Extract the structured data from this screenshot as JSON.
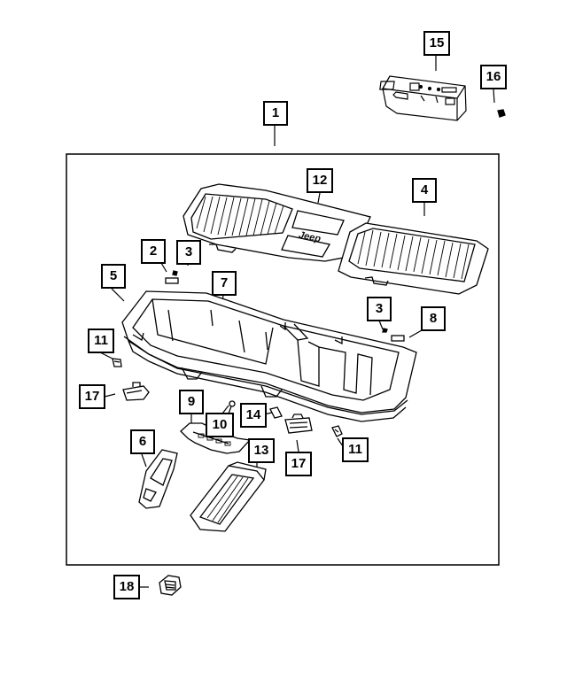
{
  "callouts": [
    {
      "id": "c1",
      "label": "1"
    },
    {
      "id": "c2",
      "label": "2"
    },
    {
      "id": "c3a",
      "label": "3"
    },
    {
      "id": "c3b",
      "label": "3"
    },
    {
      "id": "c4",
      "label": "4"
    },
    {
      "id": "c5",
      "label": "5"
    },
    {
      "id": "c6",
      "label": "6"
    },
    {
      "id": "c7",
      "label": "7"
    },
    {
      "id": "c8",
      "label": "8"
    },
    {
      "id": "c9",
      "label": "9"
    },
    {
      "id": "c10",
      "label": "10"
    },
    {
      "id": "c11a",
      "label": "11"
    },
    {
      "id": "c11b",
      "label": "11"
    },
    {
      "id": "c12",
      "label": "12"
    },
    {
      "id": "c13",
      "label": "13"
    },
    {
      "id": "c14",
      "label": "14"
    },
    {
      "id": "c15",
      "label": "15"
    },
    {
      "id": "c16",
      "label": "16"
    },
    {
      "id": "c17a",
      "label": "17"
    },
    {
      "id": "c17b",
      "label": "17"
    },
    {
      "id": "c18",
      "label": "18"
    }
  ],
  "lid_badge": "Jeep"
}
